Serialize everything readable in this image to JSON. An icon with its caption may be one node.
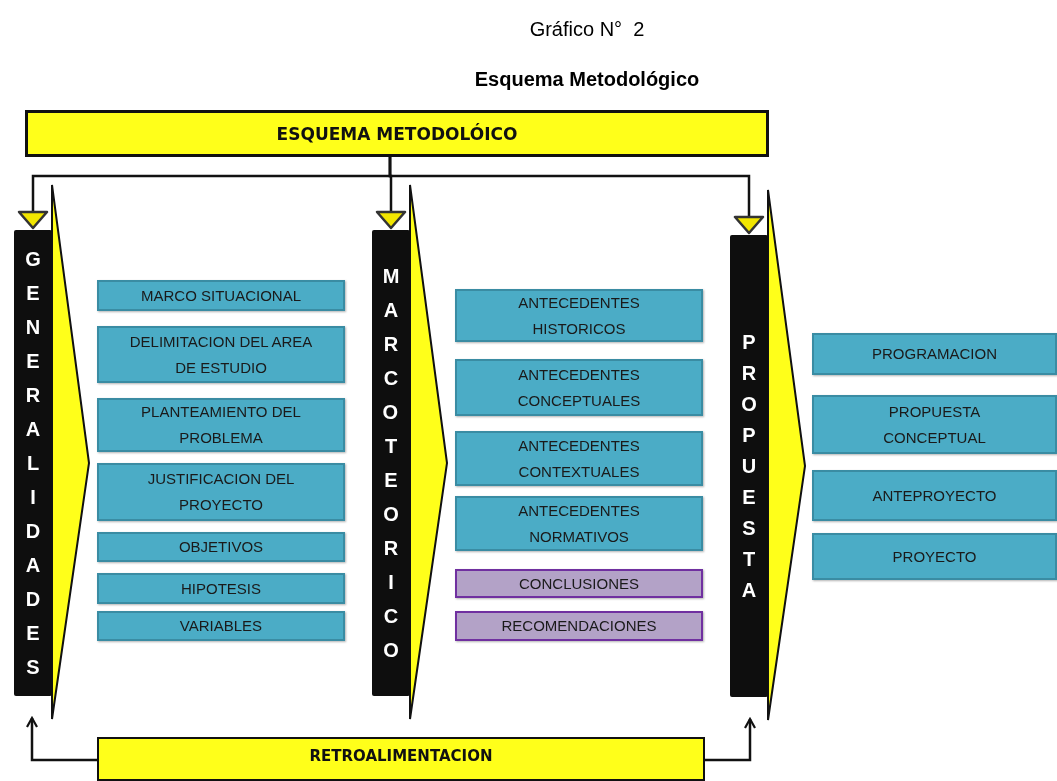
{
  "diagram": {
    "title": "Esquema Metodológico",
    "nodes": [
      {
        "text": [
          "ESQUEMA METODOLÓICO"
        ]
      },
      {
        "text": [
          "GENERALIDADES"
        ]
      },
      {
        "text": [
          "MARCO TEORICO"
        ]
      },
      {
        "text": [
          "PROPUESTA"
        ]
      },
      {
        "text": [
          "MARCO  SITUACIONAL"
        ]
      },
      {
        "text": [
          "DELIMITACION DEL AREA DE ESTUDIO"
        ]
      },
      {
        "text": [
          "PLANTEAMIENTO DEL PROBLEMA"
        ]
      },
      {
        "text": [
          "JUSTIFICACION DEL PROYECTO"
        ]
      },
      {
        "text": [
          "OBJETIVOS"
        ]
      },
      {
        "text": [
          "HIPOTESIS"
        ]
      },
      {
        "text": [
          "VARIABLES"
        ]
      },
      {
        "text": [
          "ANTECEDENTES HISTORICOS"
        ]
      },
      {
        "text": [
          "ANTECEDENTES CONCEPTUALES"
        ]
      },
      {
        "text": [
          "ANTECEDENTES CONTEXTUALES"
        ]
      },
      {
        "text": [
          "ANTECEDENTES NORMATIVOS"
        ]
      },
      {
        "text": [
          "CONCLUSIONES"
        ]
      },
      {
        "text": [
          "RECOMENDACIONES"
        ]
      },
      {
        "text": [
          "PROGRAMACION"
        ]
      },
      {
        "text": [
          "PROPUESTA CONCEPTUAL"
        ]
      },
      {
        "text": [
          "ANTEPROYECTO"
        ]
      },
      {
        "text": [
          "PROYECTO"
        ]
      },
      {
        "text": [
          "RETROALIMENTACION"
        ]
      }
    ],
    "edges": [
      {
        "from": 0,
        "to": 1,
        "arrow": "to"
      },
      {
        "from": 0,
        "to": 2,
        "arrow": "to"
      },
      {
        "from": 0,
        "to": 3,
        "arrow": "to"
      },
      {
        "from": 21,
        "to": 1,
        "arrow": "to"
      },
      {
        "from": 21,
        "to": 3,
        "arrow": "to"
      }
    ],
    "labels": [
      "Gráfico N°  2"
    ]
  }
}
